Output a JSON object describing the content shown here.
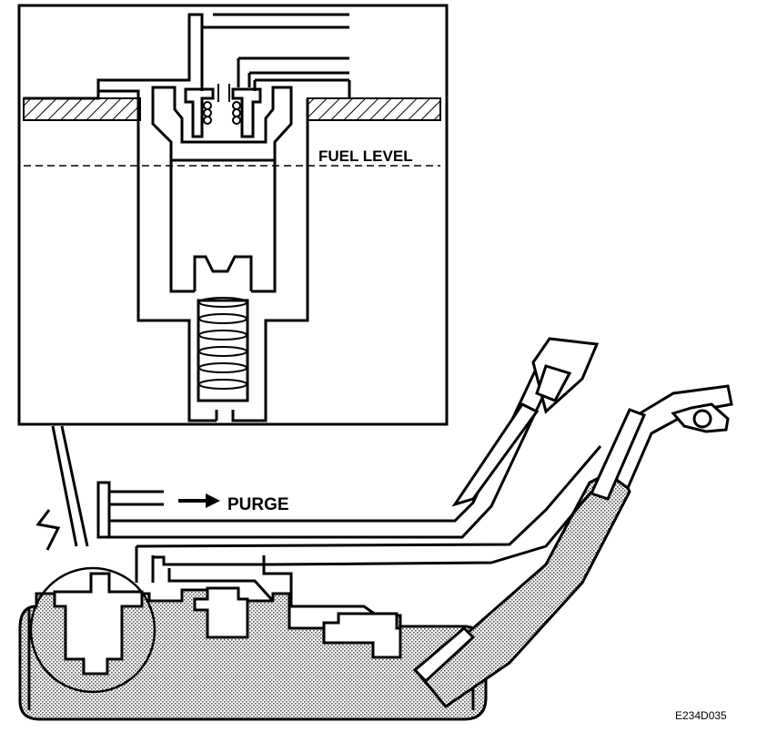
{
  "labels": {
    "fuel_level": "FUEL LEVEL",
    "purge": "PURGE",
    "figure_code": "E234D035"
  }
}
